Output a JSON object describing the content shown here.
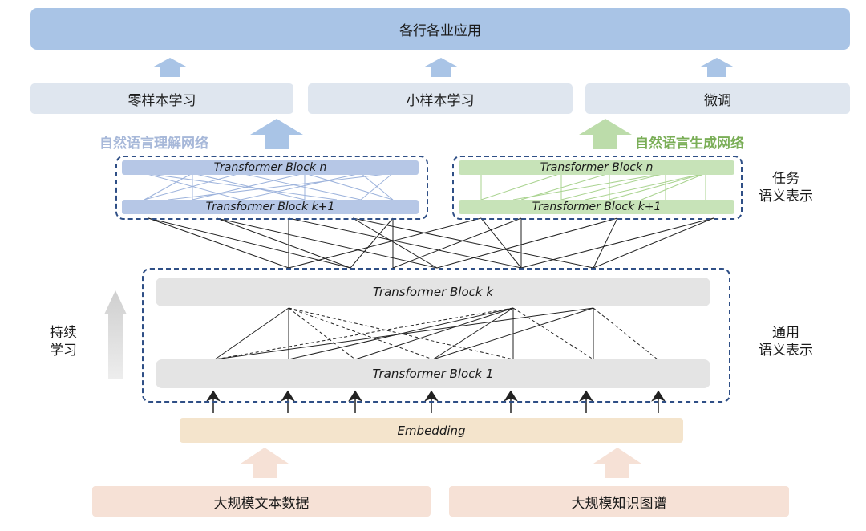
{
  "top": {
    "applications": "各行各业应用"
  },
  "tasks": {
    "zero_shot": "零样本学习",
    "few_shot": "小样本学习",
    "fine_tune": "微调"
  },
  "nlu": {
    "label": "自然语言理解网络",
    "block_top": "Transformer Block n",
    "block_bottom": "Transformer Block k+1",
    "color": "#b6c7e6"
  },
  "nlg": {
    "label": "自然语言生成网络",
    "block_top": "Transformer Block n",
    "block_bottom": "Transformer Block k+1",
    "color": "#c7e3b8"
  },
  "task_repr": {
    "line1": "任务",
    "line2": "语义表示"
  },
  "general": {
    "block_top": "Transformer Block k",
    "block_bottom": "Transformer Block 1",
    "line1": "通用",
    "line2": "语义表示"
  },
  "continual": {
    "line1": "持续",
    "line2": "学习"
  },
  "embedding": "Embedding",
  "data": {
    "text": "大规模文本数据",
    "kg": "大规模知识图谱"
  },
  "colors": {
    "blue_arrow": "#a9c4e6",
    "green_arrow": "#bcdcaa",
    "peach_arrow": "#f6e1d6",
    "dash": "#2f4f86",
    "gray_arrow": "#d9d9d9"
  }
}
